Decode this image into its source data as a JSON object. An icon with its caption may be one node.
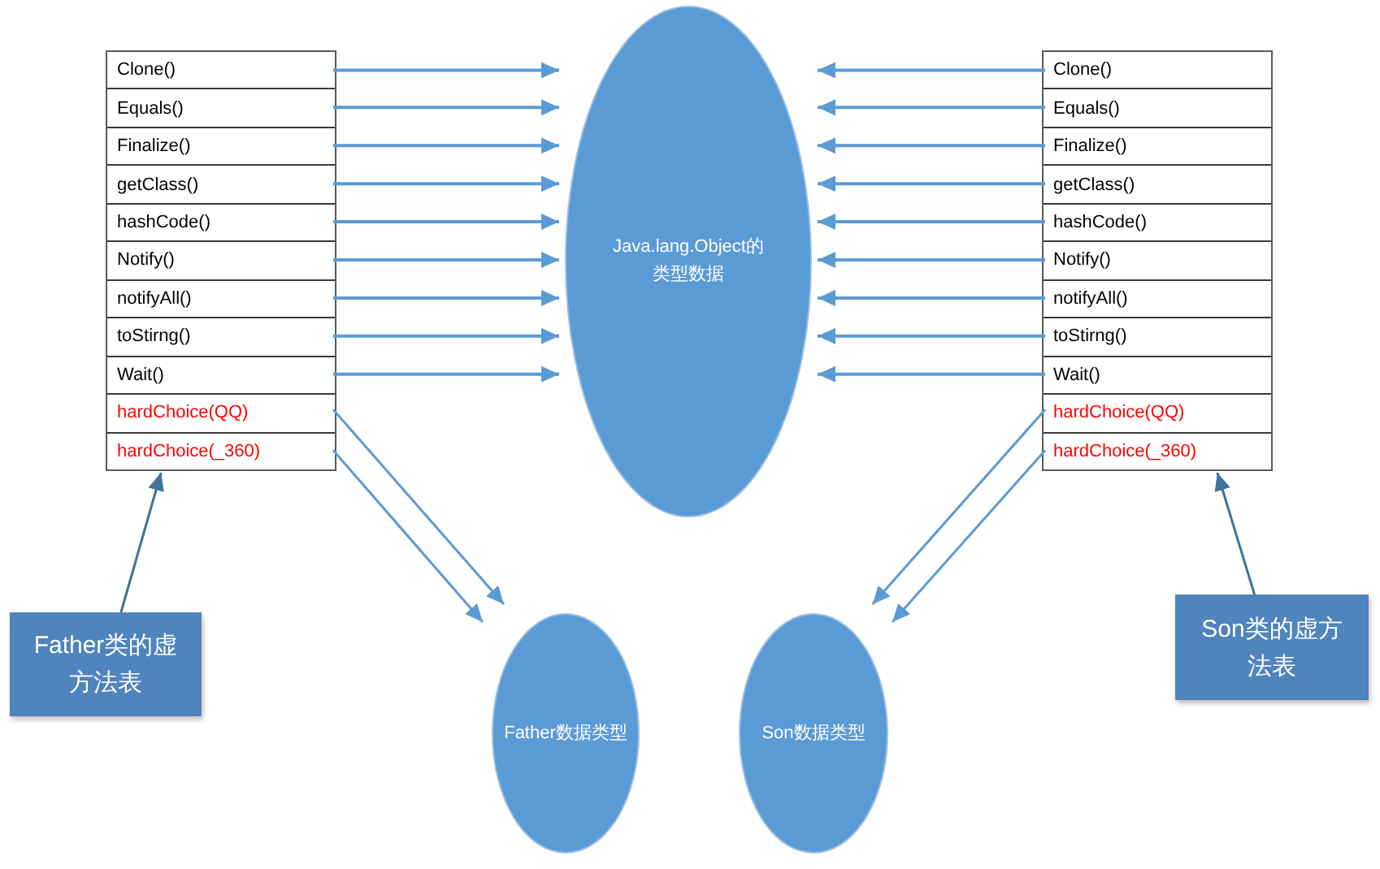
{
  "diagram": {
    "nodes": [
      {
        "text": [],
        "shape": "box"
      },
      {
        "text": [
          "Clone()"
        ],
        "in": 0
      },
      {
        "text": [
          "Equals()"
        ],
        "in": 0
      },
      {
        "text": [
          "Finalize()"
        ],
        "in": 0
      },
      {
        "text": [
          "getClass()"
        ],
        "in": 0
      },
      {
        "text": [
          "hashCode()"
        ],
        "in": 0
      },
      {
        "text": [
          "Notify()"
        ],
        "in": 0
      },
      {
        "text": [
          "notifyAll()"
        ],
        "in": 0
      },
      {
        "text": [
          "toStirng()"
        ],
        "in": 0
      },
      {
        "text": [
          "Wait()"
        ],
        "in": 0
      },
      {
        "text": [
          "hardChoice(QQ)"
        ],
        "in": 0
      },
      {
        "text": [
          "hardChoice(_360)"
        ],
        "in": 0
      },
      {
        "text": [
          "Java.lang.Object的类型数据"
        ]
      },
      {
        "text": [],
        "shape": "box"
      },
      {
        "text": [
          "Clone()"
        ],
        "in": 13
      },
      {
        "text": [
          "Equals()"
        ],
        "in": 13
      },
      {
        "text": [
          "Finalize()"
        ],
        "in": 13
      },
      {
        "text": [
          "getClass()"
        ],
        "in": 13
      },
      {
        "text": [
          "hashCode()"
        ],
        "in": 13
      },
      {
        "text": [
          "Notify()"
        ],
        "in": 13
      },
      {
        "text": [
          "notifyAll()"
        ],
        "in": 13
      },
      {
        "text": [
          "toStirng()"
        ],
        "in": 13
      },
      {
        "text": [
          "Wait()"
        ],
        "in": 13
      },
      {
        "text": [
          "hardChoice(QQ)"
        ],
        "in": 13
      },
      {
        "text": [
          "hardChoice(_360)"
        ],
        "in": 13
      },
      {
        "text": [
          "Father类的虚方法表"
        ]
      },
      {
        "text": [
          "Father数据类型"
        ]
      },
      {
        "text": [
          "Son数据类型"
        ]
      },
      {
        "text": [
          "Son类的虚方法表"
        ]
      }
    ],
    "edges": [
      {
        "from": 1,
        "to": 12,
        "arrow": "to"
      },
      {
        "from": 2,
        "to": 12,
        "arrow": "to"
      },
      {
        "from": 3,
        "to": 12,
        "arrow": "to"
      },
      {
        "from": 4,
        "to": 12,
        "arrow": "to"
      },
      {
        "from": 5,
        "to": 12,
        "arrow": "to"
      },
      {
        "from": 6,
        "to": 12,
        "arrow": "to"
      },
      {
        "from": 7,
        "to": 12,
        "arrow": "to"
      },
      {
        "from": 8,
        "to": 12,
        "arrow": "to"
      },
      {
        "from": 9,
        "to": 12,
        "arrow": "to"
      },
      {
        "from": 14,
        "to": 12,
        "arrow": "to"
      },
      {
        "from": 15,
        "to": 12,
        "arrow": "to"
      },
      {
        "from": 16,
        "to": 12,
        "arrow": "to"
      },
      {
        "from": 17,
        "to": 12,
        "arrow": "to"
      },
      {
        "from": 18,
        "to": 12,
        "arrow": "to"
      },
      {
        "from": 19,
        "to": 12,
        "arrow": "to"
      },
      {
        "from": 20,
        "to": 12,
        "arrow": "to"
      },
      {
        "from": 21,
        "to": 12,
        "arrow": "to"
      },
      {
        "from": 22,
        "to": 12,
        "arrow": "to"
      },
      {
        "from": 10,
        "to": 26,
        "arrow": "to"
      },
      {
        "from": 11,
        "to": 26,
        "arrow": "to"
      },
      {
        "from": 23,
        "to": 27,
        "arrow": "to"
      },
      {
        "from": 24,
        "to": 27,
        "arrow": "to"
      },
      {
        "from": 25,
        "to": 0,
        "arrow": "to",
        "color": "#41719c"
      },
      {
        "from": 28,
        "to": 13,
        "arrow": "to",
        "color": "#41719c"
      }
    ]
  }
}
